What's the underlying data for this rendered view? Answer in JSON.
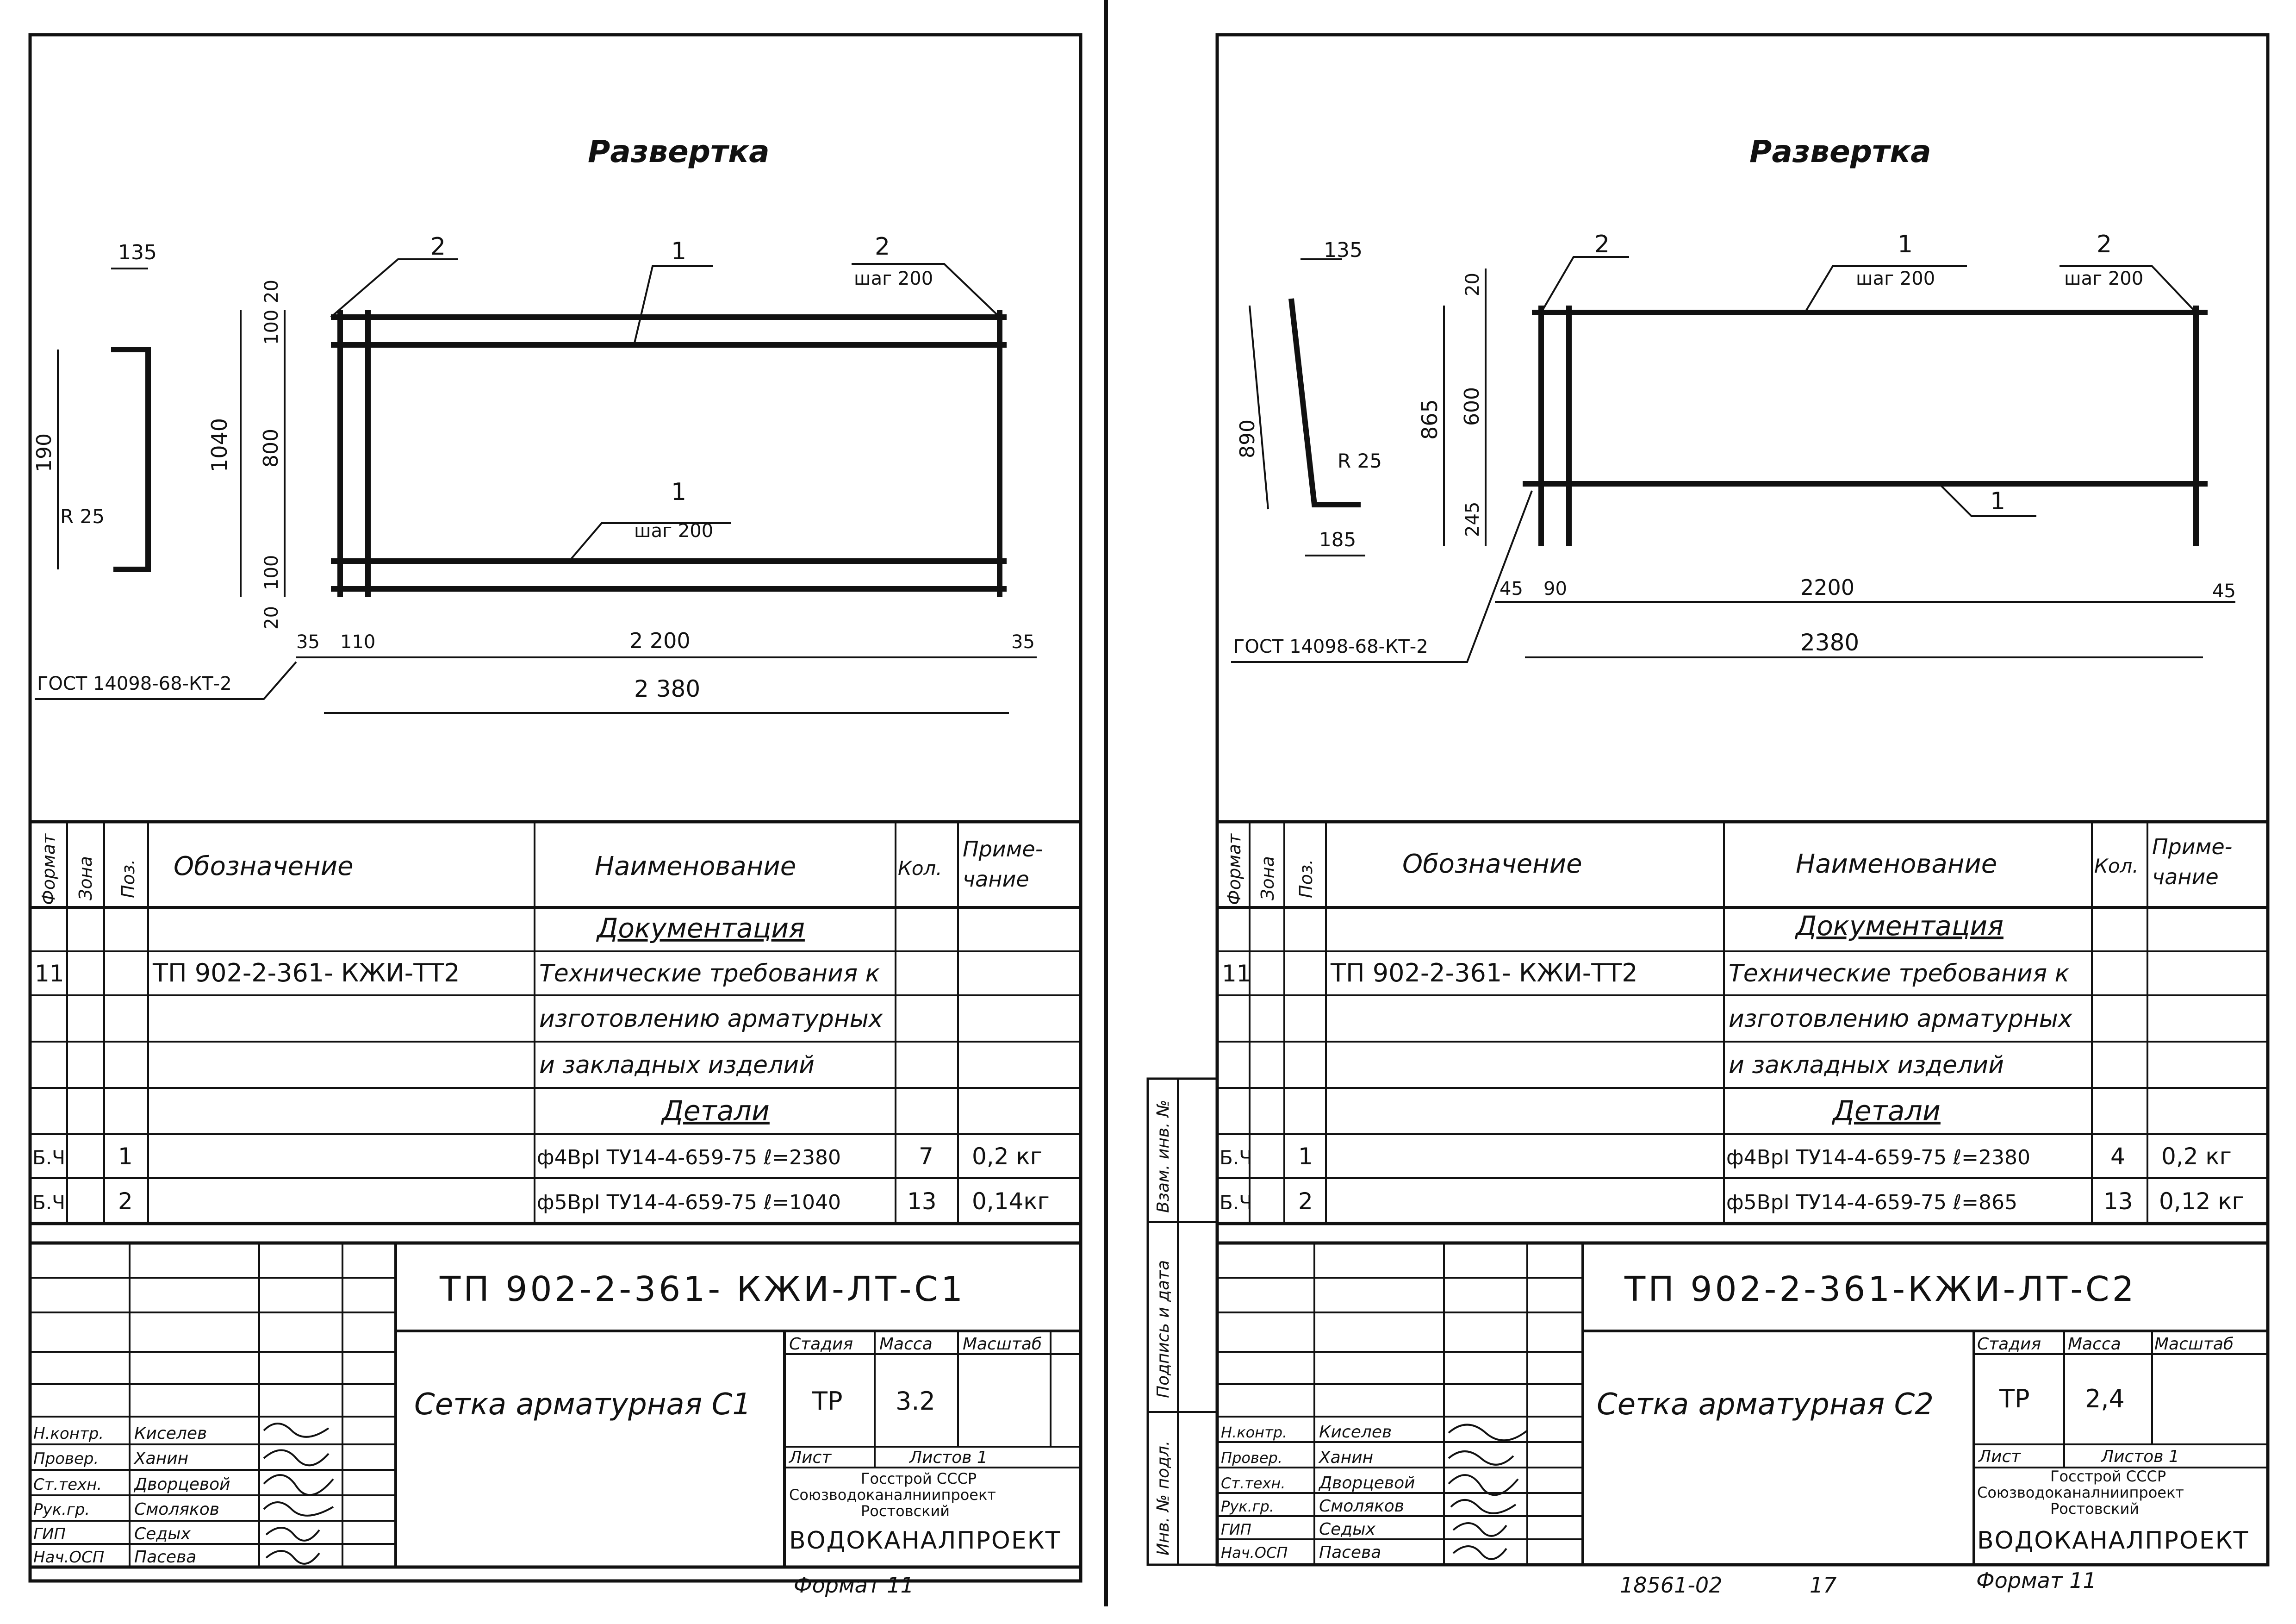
{
  "page": {
    "footer_code": "18561-02",
    "footer_page": "17"
  },
  "sheets": [
    {
      "id": "c1",
      "drawing": {
        "title": "Развертка",
        "dims_small": [
          "135",
          "190",
          "R 25"
        ],
        "dims_height": [
          "1040",
          "20",
          "100",
          "800",
          "100",
          "20"
        ],
        "dims_width": [
          "35",
          "110",
          "2 200",
          "35",
          "2 380"
        ],
        "callouts": [
          "2",
          "1",
          "2",
          "шаг 200",
          "1",
          "шаг 200"
        ],
        "gost": "ГОСТ 14098-68-КТ-2"
      },
      "spec": {
        "head": {
          "format": "Формат",
          "zone": "Зона",
          "pos": "Поз.",
          "designation": "Обозначение",
          "name": "Наименование",
          "qty": "Кол.",
          "note1": "Приме-",
          "note2": "чание"
        },
        "rows": [
          {
            "format": "",
            "pos": "",
            "designation": "",
            "name": "Документация",
            "qty": "",
            "note": "",
            "section": true
          },
          {
            "format": "11",
            "pos": "",
            "designation": "ТП 902-2-361- КЖИ-ТТ2",
            "name": "Технические требования к",
            "qty": "",
            "note": ""
          },
          {
            "format": "",
            "pos": "",
            "designation": "",
            "name": "изготовлению арматурных",
            "qty": "",
            "note": ""
          },
          {
            "format": "",
            "pos": "",
            "designation": "",
            "name": "и закладных изделий",
            "qty": "",
            "note": ""
          },
          {
            "format": "",
            "pos": "",
            "designation": "",
            "name": "Детали",
            "qty": "",
            "note": "",
            "section": true
          },
          {
            "format": "Б.Ч",
            "pos": "1",
            "designation": "",
            "name": "ф4ВрI ТУ14-4-659-75 ℓ=2380",
            "qty": "7",
            "note": "0,2 кг"
          },
          {
            "format": "Б.Ч",
            "pos": "2",
            "designation": "",
            "name": "ф5ВрI ТУ14-4-659-75 ℓ=1040",
            "qty": "13",
            "note": "0,14кг"
          }
        ]
      },
      "titleblock": {
        "code": "ТП 902-2-361- КЖИ-ЛТ-С1",
        "name": "Сетка арматурная С1",
        "stage_label": "Стадия",
        "mass_label": "Масса",
        "scale_label": "Масштаб",
        "stage": "ТР",
        "mass": "3.2",
        "scale": "",
        "sheet_label": "Лист",
        "sheets_label": "Листов 1",
        "org1": "Госстрой СССР",
        "org2": "Союзводоканалниипроект",
        "org3": "Ростовский",
        "org4": "ВОДОКАНАЛПРОЕКТ",
        "roles": [
          "Н.контр.",
          "Провер.",
          "Ст.техн.",
          "Рук.гр.",
          "ГИП",
          "Нач.ОСП"
        ],
        "names": [
          "Киселев",
          "Ханин",
          "Дворцевой",
          "Смоляков",
          "Седых",
          "Пасева"
        ],
        "format_note": "Формат 11"
      }
    },
    {
      "id": "c2",
      "drawing": {
        "title": "Развертка",
        "dims_small": [
          "135",
          "890",
          "R 25",
          "185"
        ],
        "dims_height": [
          "865",
          "20",
          "600",
          "245"
        ],
        "dims_width": [
          "45",
          "90",
          "2200",
          "45",
          "2380"
        ],
        "callouts": [
          "2",
          "1",
          "шаг 200",
          "2",
          "шаг 200",
          "1"
        ],
        "gost": "ГОСТ 14098-68-КТ-2"
      },
      "side": {
        "vzam": "Взам. инв. №",
        "podpis": "Подпись и дата",
        "invpodl": "Инв. № подл."
      },
      "spec": {
        "head": {
          "format": "Формат",
          "zone": "Зона",
          "pos": "Поз.",
          "designation": "Обозначение",
          "name": "Наименование",
          "qty": "Кол.",
          "note1": "Приме-",
          "note2": "чание"
        },
        "rows": [
          {
            "format": "",
            "pos": "",
            "designation": "",
            "name": "Документация",
            "qty": "",
            "note": "",
            "section": true
          },
          {
            "format": "11",
            "pos": "",
            "designation": "ТП 902-2-361- КЖИ-ТТ2",
            "name": "Технические требования к",
            "qty": "",
            "note": ""
          },
          {
            "format": "",
            "pos": "",
            "designation": "",
            "name": "изготовлению арматурных",
            "qty": "",
            "note": ""
          },
          {
            "format": "",
            "pos": "",
            "designation": "",
            "name": "и закладных изделий",
            "qty": "",
            "note": ""
          },
          {
            "format": "",
            "pos": "",
            "designation": "",
            "name": "Детали",
            "qty": "",
            "note": "",
            "section": true
          },
          {
            "format": "Б.Ч",
            "pos": "1",
            "designation": "",
            "name": "ф4ВрI ТУ14-4-659-75 ℓ=2380",
            "qty": "4",
            "note": "0,2 кг"
          },
          {
            "format": "Б.Ч",
            "pos": "2",
            "designation": "",
            "name": "ф5ВрI ТУ14-4-659-75 ℓ=865",
            "qty": "13",
            "note": "0,12 кг"
          }
        ]
      },
      "titleblock": {
        "code": "ТП 902-2-361-КЖИ-ЛТ-С2",
        "name": "Сетка арматурная С2",
        "stage_label": "Стадия",
        "mass_label": "Масса",
        "scale_label": "Масштаб",
        "stage": "ТР",
        "mass": "2,4",
        "scale": "",
        "sheet_label": "Лист",
        "sheets_label": "Листов 1",
        "org1": "Госстрой СССР",
        "org2": "Союзводоканалниипроект",
        "org3": "Ростовский",
        "org4": "ВОДОКАНАЛПРОЕКТ",
        "roles": [
          "Н.контр.",
          "Провер.",
          "Ст.техн.",
          "Рук.гр.",
          "ГИП",
          "Нач.ОСП"
        ],
        "names": [
          "Киселев",
          "Ханин",
          "Дворцевой",
          "Смоляков",
          "Седых",
          "Пасева"
        ],
        "format_note": "Формат 11"
      }
    }
  ]
}
